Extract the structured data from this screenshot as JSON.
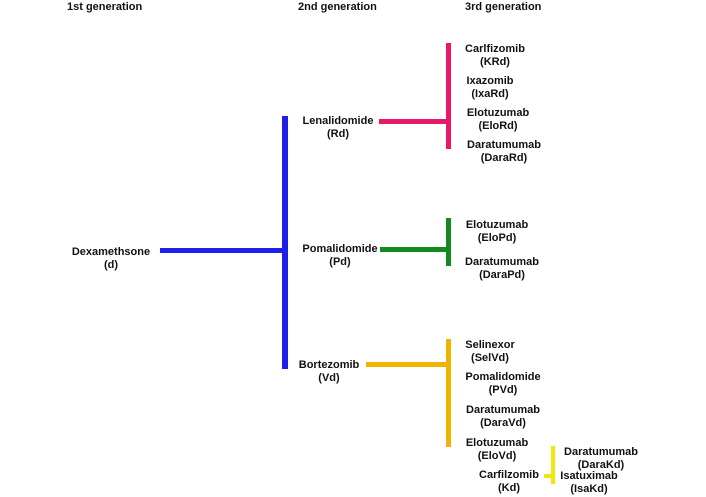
{
  "colors": {
    "blue": "#1f1fe6",
    "pink": "#e8176a",
    "green": "#138a1e",
    "orange": "#f0b400",
    "yellow": "#f2e60a"
  },
  "headers": {
    "gen1": "1st generation",
    "gen2": "2nd generation",
    "gen3": "3rd generation"
  },
  "root": {
    "name": "Dexamethsone",
    "abbr": "(d)"
  },
  "second": {
    "lenalidomide": {
      "name": "Lenalidomide",
      "abbr": "(Rd)"
    },
    "pomalidomide": {
      "name": "Pomalidomide",
      "abbr": "(Pd)"
    },
    "bortezomib": {
      "name": "Bortezomib",
      "abbr": "(Vd)"
    }
  },
  "third": {
    "lenalidomide": [
      {
        "name": "Carlfizomib",
        "abbr": "(KRd)"
      },
      {
        "name": "Ixazomib",
        "abbr": "(IxaRd)"
      },
      {
        "name": "Elotuzumab",
        "abbr": "(EloRd)"
      },
      {
        "name": "Daratumumab",
        "abbr": "(DaraRd)"
      }
    ],
    "pomalidomide": [
      {
        "name": "Elotuzumab",
        "abbr": "(EloPd)"
      },
      {
        "name": "Daratumumab",
        "abbr": "(DaraPd)"
      }
    ],
    "bortezomib": [
      {
        "name": "Selinexor",
        "abbr": "(SelVd)"
      },
      {
        "name": "Pomalidomide",
        "abbr": "(PVd)"
      },
      {
        "name": "Daratumumab",
        "abbr": "(DaraVd)"
      },
      {
        "name": "Elotuzumab",
        "abbr": "(EloVd)"
      }
    ]
  },
  "carfilzomib": {
    "name": "Carfilzomib",
    "abbr": "(Kd)",
    "children": [
      {
        "name": "Daratumumab",
        "abbr": "(DaraKd)"
      },
      {
        "name": "Isatuximab",
        "abbr": "(IsaKd)"
      }
    ]
  }
}
